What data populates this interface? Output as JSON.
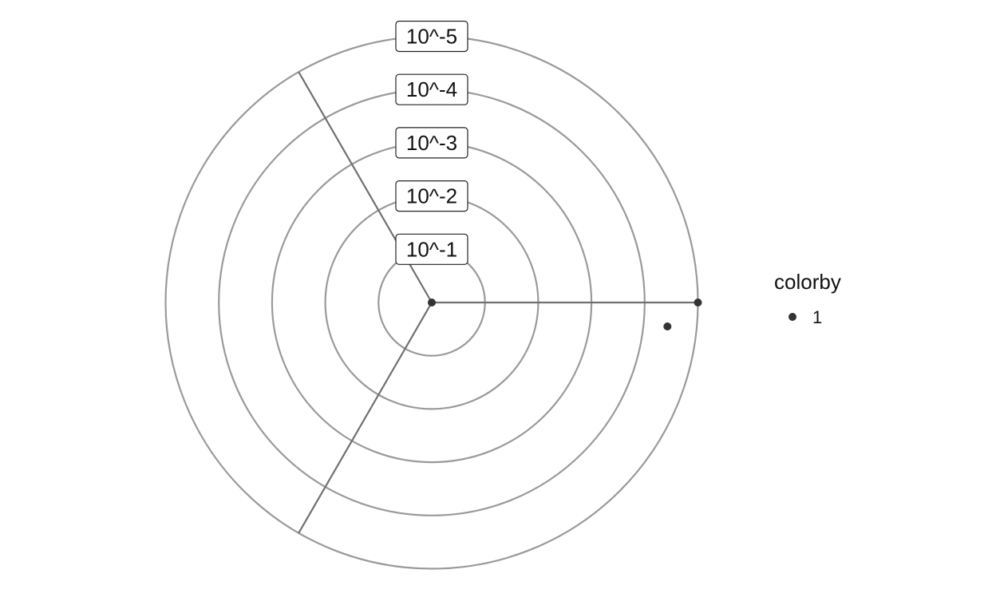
{
  "chart_data": {
    "type": "scatter",
    "coordinate_system": "polar",
    "radial_scale": "log",
    "ring_labels": [
      "10^-1",
      "10^-2",
      "10^-3",
      "10^-4",
      "10^-5"
    ],
    "ring_exponents": [
      -1,
      -2,
      -3,
      -4,
      -5
    ],
    "spoke_angles_deg": [
      0,
      120,
      240
    ],
    "points": [
      {
        "angle_deg": 0,
        "exponent": 0,
        "colorby": "1"
      },
      {
        "angle_deg": 0,
        "exponent": -5.0,
        "colorby": "1"
      },
      {
        "angle_deg": -5.8,
        "exponent": -4.45,
        "colorby": "1"
      }
    ],
    "legend": {
      "title": "colorby",
      "position": "right",
      "entries": [
        {
          "label": "1",
          "color": "#333333"
        }
      ]
    },
    "colors": {
      "grid": "#9a9a9a",
      "spoke": "#707070",
      "point": "#333333"
    }
  }
}
